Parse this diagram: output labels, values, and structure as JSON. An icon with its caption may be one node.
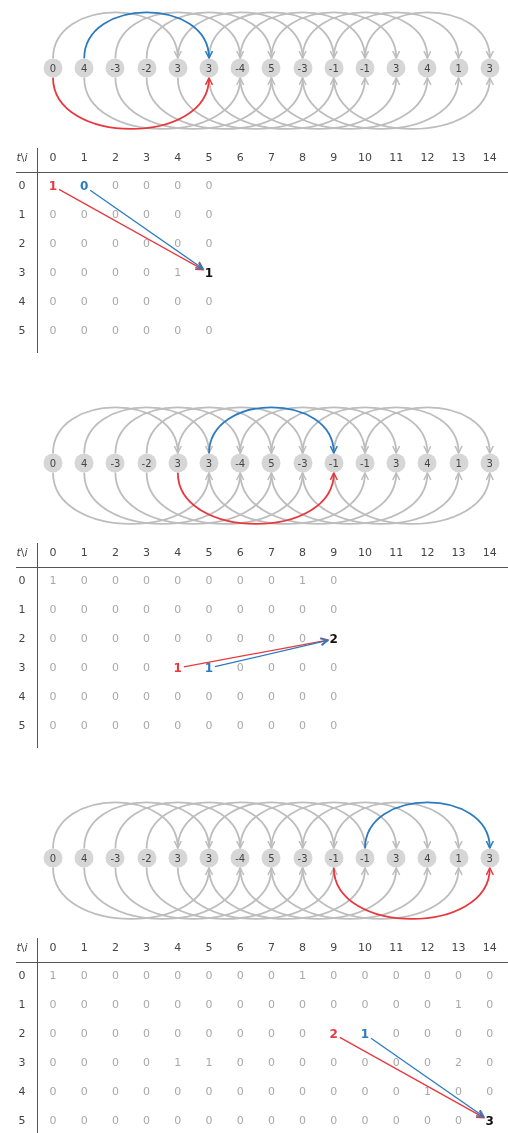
{
  "diagram": {
    "nodes": [
      {
        "text": [
          "0"
        ]
      },
      {
        "text": [
          "4"
        ]
      },
      {
        "text": [
          "-3"
        ]
      },
      {
        "text": [
          "-2"
        ]
      },
      {
        "text": [
          "3"
        ]
      },
      {
        "text": [
          "3"
        ]
      },
      {
        "text": [
          "-4"
        ]
      },
      {
        "text": [
          "5"
        ]
      },
      {
        "text": [
          "-3"
        ]
      },
      {
        "text": [
          "-1"
        ]
      },
      {
        "text": [
          "-1"
        ]
      },
      {
        "text": [
          "3"
        ]
      },
      {
        "text": [
          "4"
        ]
      },
      {
        "text": [
          "1"
        ]
      },
      {
        "text": [
          "3"
        ]
      },
      {
        "text": [
          "1"
        ]
      },
      {
        "text": [
          "0"
        ]
      },
      {
        "text": [
          "1"
        ]
      },
      {
        "text": [
          "0"
        ]
      },
      {
        "text": [
          "4"
        ]
      },
      {
        "text": [
          "-3"
        ]
      },
      {
        "text": [
          "-2"
        ]
      },
      {
        "text": [
          "3"
        ]
      },
      {
        "text": [
          "3"
        ]
      },
      {
        "text": [
          "-4"
        ]
      },
      {
        "text": [
          "5"
        ]
      },
      {
        "text": [
          "-3"
        ]
      },
      {
        "text": [
          "-1"
        ]
      },
      {
        "text": [
          "-1"
        ]
      },
      {
        "text": [
          "3"
        ]
      },
      {
        "text": [
          "4"
        ]
      },
      {
        "text": [
          "1"
        ]
      },
      {
        "text": [
          "3"
        ]
      },
      {
        "text": [
          "2"
        ]
      },
      {
        "text": [
          "1"
        ]
      },
      {
        "text": [
          "1"
        ]
      },
      {
        "text": [
          "0"
        ]
      },
      {
        "text": [
          "4"
        ]
      },
      {
        "text": [
          "-3"
        ]
      },
      {
        "text": [
          "-2"
        ]
      },
      {
        "text": [
          "3"
        ]
      },
      {
        "text": [
          "3"
        ]
      },
      {
        "text": [
          "-4"
        ]
      },
      {
        "text": [
          "5"
        ]
      },
      {
        "text": [
          "-3"
        ]
      },
      {
        "text": [
          "-1"
        ]
      },
      {
        "text": [
          "-1"
        ]
      },
      {
        "text": [
          "3"
        ]
      },
      {
        "text": [
          "4"
        ]
      },
      {
        "text": [
          "1"
        ]
      },
      {
        "text": [
          "3"
        ]
      },
      {
        "text": [
          "2"
        ]
      },
      {
        "text": [
          "1"
        ]
      },
      {
        "text": [
          "3"
        ]
      }
    ],
    "edges": [
      {
        "from": 0,
        "to": 4,
        "arrow": "to"
      },
      {
        "from": 1,
        "to": 5,
        "arrow": "to",
        "color": "#2b7bbf"
      },
      {
        "from": 2,
        "to": 6,
        "arrow": "to"
      },
      {
        "from": 3,
        "to": 7,
        "arrow": "to"
      },
      {
        "from": 4,
        "to": 8,
        "arrow": "to"
      },
      {
        "from": 5,
        "to": 9,
        "arrow": "to"
      },
      {
        "from": 6,
        "to": 10,
        "arrow": "to"
      },
      {
        "from": 7,
        "to": 11,
        "arrow": "to"
      },
      {
        "from": 8,
        "to": 12,
        "arrow": "to"
      },
      {
        "from": 9,
        "to": 13,
        "arrow": "to"
      },
      {
        "from": 10,
        "to": 14,
        "arrow": "to"
      },
      {
        "from": 0,
        "to": 5,
        "arrow": "to",
        "color": "#e8383d"
      },
      {
        "from": 1,
        "to": 6,
        "arrow": "to"
      },
      {
        "from": 2,
        "to": 7,
        "arrow": "to"
      },
      {
        "from": 3,
        "to": 8,
        "arrow": "to"
      },
      {
        "from": 4,
        "to": 9,
        "arrow": "to"
      },
      {
        "from": 5,
        "to": 10,
        "arrow": "to"
      },
      {
        "from": 6,
        "to": 11,
        "arrow": "to"
      },
      {
        "from": 7,
        "to": 12,
        "arrow": "to"
      },
      {
        "from": 8,
        "to": 13,
        "arrow": "to"
      },
      {
        "from": 9,
        "to": 14,
        "arrow": "to"
      },
      {
        "from": 15,
        "to": 17,
        "arrow": "to",
        "color": "#e8383d"
      },
      {
        "from": 16,
        "to": 17,
        "arrow": "to",
        "color": "#2b7bbf"
      },
      {
        "from": 18,
        "to": 22,
        "arrow": "to"
      },
      {
        "from": 19,
        "to": 23,
        "arrow": "to"
      },
      {
        "from": 20,
        "to": 24,
        "arrow": "to"
      },
      {
        "from": 21,
        "to": 25,
        "arrow": "to"
      },
      {
        "from": 22,
        "to": 26,
        "arrow": "to"
      },
      {
        "from": 23,
        "to": 27,
        "arrow": "to",
        "color": "#2b7bbf"
      },
      {
        "from": 24,
        "to": 28,
        "arrow": "to"
      },
      {
        "from": 25,
        "to": 29,
        "arrow": "to"
      },
      {
        "from": 26,
        "to": 30,
        "arrow": "to"
      },
      {
        "from": 27,
        "to": 31,
        "arrow": "to"
      },
      {
        "from": 28,
        "to": 32,
        "arrow": "to"
      },
      {
        "from": 18,
        "to": 23,
        "arrow": "to"
      },
      {
        "from": 19,
        "to": 24,
        "arrow": "to"
      },
      {
        "from": 20,
        "to": 25,
        "arrow": "to"
      },
      {
        "from": 21,
        "to": 26,
        "arrow": "to"
      },
      {
        "from": 22,
        "to": 27,
        "arrow": "to",
        "color": "#e8383d"
      },
      {
        "from": 23,
        "to": 28,
        "arrow": "to"
      },
      {
        "from": 24,
        "to": 29,
        "arrow": "to"
      },
      {
        "from": 25,
        "to": 30,
        "arrow": "to"
      },
      {
        "from": 26,
        "to": 31,
        "arrow": "to"
      },
      {
        "from": 27,
        "to": 32,
        "arrow": "to"
      },
      {
        "from": 34,
        "to": 33,
        "arrow": "to",
        "color": "#e8383d"
      },
      {
        "from": 35,
        "to": 33,
        "arrow": "to",
        "color": "#2b7bbf"
      },
      {
        "from": 36,
        "to": 40,
        "arrow": "to"
      },
      {
        "from": 37,
        "to": 41,
        "arrow": "to"
      },
      {
        "from": 38,
        "to": 42,
        "arrow": "to"
      },
      {
        "from": 39,
        "to": 43,
        "arrow": "to"
      },
      {
        "from": 40,
        "to": 44,
        "arrow": "to"
      },
      {
        "from": 41,
        "to": 45,
        "arrow": "to"
      },
      {
        "from": 42,
        "to": 46,
        "arrow": "to"
      },
      {
        "from": 43,
        "to": 47,
        "arrow": "to"
      },
      {
        "from": 44,
        "to": 48,
        "arrow": "to"
      },
      {
        "from": 45,
        "to": 49,
        "arrow": "to"
      },
      {
        "from": 46,
        "to": 50,
        "arrow": "to",
        "color": "#2b7bbf"
      },
      {
        "from": 36,
        "to": 41,
        "arrow": "to"
      },
      {
        "from": 37,
        "to": 42,
        "arrow": "to"
      },
      {
        "from": 38,
        "to": 43,
        "arrow": "to"
      },
      {
        "from": 39,
        "to": 44,
        "arrow": "to"
      },
      {
        "from": 40,
        "to": 45,
        "arrow": "to"
      },
      {
        "from": 41,
        "to": 46,
        "arrow": "to"
      },
      {
        "from": 42,
        "to": 47,
        "arrow": "to"
      },
      {
        "from": 43,
        "to": 48,
        "arrow": "to"
      },
      {
        "from": 44,
        "to": 49,
        "arrow": "to"
      },
      {
        "from": 45,
        "to": 50,
        "arrow": "to",
        "color": "#e8383d"
      },
      {
        "from": 51,
        "to": 53,
        "arrow": "to",
        "color": "#e8383d"
      },
      {
        "from": 52,
        "to": 53,
        "arrow": "to",
        "color": "#2b7bbf"
      }
    ],
    "labels": [
      "*t*\\*i*",
      "0",
      "1",
      "2",
      "3",
      "4",
      "5",
      "6",
      "7",
      "8",
      "9",
      "10",
      "11",
      "12",
      "13",
      "14",
      "0",
      "0",
      "0",
      "0",
      "0",
      "1",
      "0",
      "0",
      "0",
      "0",
      "0",
      "0",
      "2",
      "0",
      "0",
      "0",
      "0",
      "0",
      "0",
      "3",
      "0",
      "0",
      "0",
      "0",
      "1",
      "4",
      "0",
      "0",
      "0",
      "0",
      "0",
      "0",
      "5",
      "0",
      "0",
      "0",
      "0",
      "0",
      "0",
      "*t*\\*i*",
      "0",
      "1",
      "2",
      "3",
      "4",
      "5",
      "6",
      "7",
      "8",
      "9",
      "10",
      "11",
      "12",
      "13",
      "14",
      "0",
      "1",
      "0",
      "0",
      "0",
      "0",
      "0",
      "0",
      "0",
      "1",
      "0",
      "1",
      "0",
      "0",
      "0",
      "0",
      "0",
      "0",
      "0",
      "0",
      "0",
      "0",
      "2",
      "0",
      "0",
      "0",
      "0",
      "0",
      "0",
      "0",
      "0",
      "0",
      "3",
      "0",
      "0",
      "0",
      "0",
      "0",
      "0",
      "0",
      "0",
      "4",
      "0",
      "0",
      "0",
      "0",
      "0",
      "0",
      "0",
      "0",
      "0",
      "0",
      "5",
      "0",
      "0",
      "0",
      "0",
      "0",
      "0",
      "0",
      "0",
      "0",
      "0",
      "*t*\\*i*",
      "0",
      "1",
      "2",
      "3",
      "4",
      "5",
      "6",
      "7",
      "8",
      "9",
      "10",
      "11",
      "12",
      "13",
      "14",
      "0",
      "1",
      "0",
      "0",
      "0",
      "0",
      "0",
      "0",
      "0",
      "1",
      "0",
      "0",
      "0",
      "0",
      "0",
      "0",
      "1",
      "0",
      "0",
      "0",
      "0",
      "0",
      "0",
      "0",
      "0",
      "0",
      "0",
      "0",
      "0",
      "0",
      "1",
      "0",
      "2",
      "0",
      "0",
      "0",
      "0",
      "0",
      "0",
      "0",
      "0",
      "0",
      "0",
      "0",
      "0",
      "0",
      "3",
      "0",
      "0",
      "0",
      "0",
      "1",
      "1",
      "0",
      "0",
      "0",
      "0",
      "0",
      "0",
      "0",
      "2",
      "0",
      "4",
      "0",
      "0",
      "0",
      "0",
      "0",
      "0",
      "0",
      "0",
      "0",
      "0",
      "0",
      "0",
      "1",
      "0",
      "0",
      "5",
      "0",
      "0",
      "0",
      "0",
      "0",
      "0",
      "0",
      "0",
      "0",
      "0",
      "0",
      "0",
      "0",
      "0"
    ]
  }
}
